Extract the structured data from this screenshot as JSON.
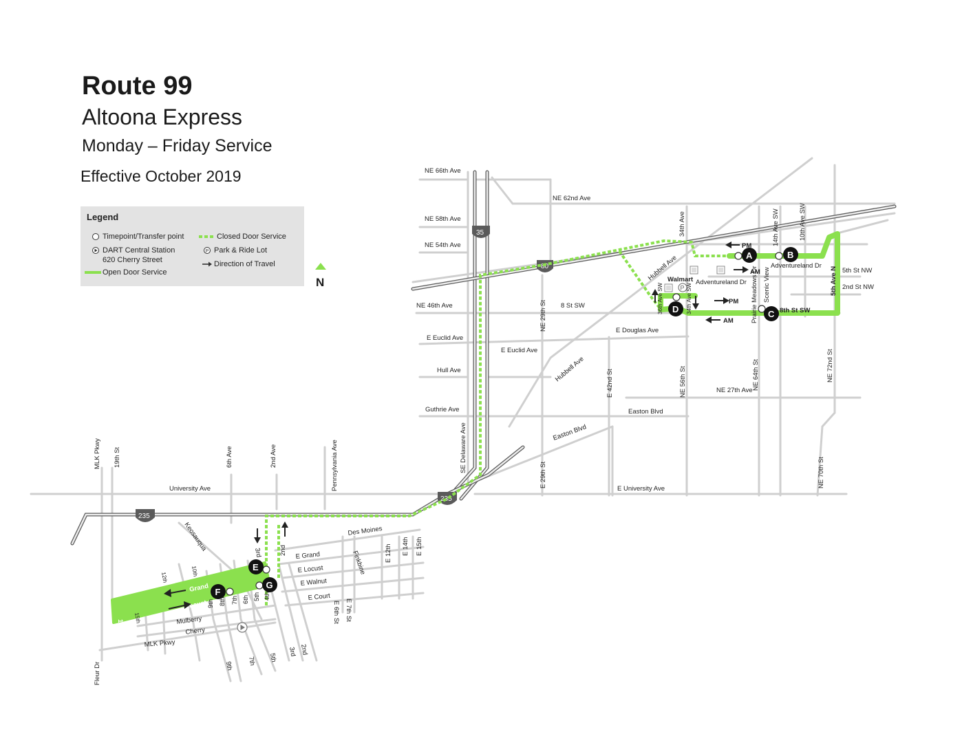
{
  "header": {
    "title": "Route 99",
    "subtitle": "Altoona Express",
    "service": "Monday – Friday Service",
    "effective": "Effective October 2019"
  },
  "legend": {
    "heading": "Legend",
    "items": [
      {
        "icon": "timepoint-circle-icon",
        "text": "Timepoint/Transfer point"
      },
      {
        "icon": "dart-station-icon",
        "text": "DART Central Station",
        "text2": "620 Cherry Street"
      },
      {
        "icon": "open-door-line-icon",
        "text": "Open Door Service"
      },
      {
        "icon": "closed-door-dash-icon",
        "text": "Closed Door Service"
      },
      {
        "icon": "park-ride-icon",
        "text": "Park & Ride Lot"
      },
      {
        "icon": "arrow-right-icon",
        "text": "Direction of Travel"
      }
    ]
  },
  "north": {
    "label": "N"
  },
  "colors": {
    "route": "#8be04e",
    "road": "#cfcfcf",
    "interstate": "#5a5a5a",
    "legend_bg": "#e3e3e3"
  },
  "shields": [
    "35",
    "80",
    "235",
    "235"
  ],
  "timepoints": [
    "A",
    "B",
    "C",
    "D",
    "E",
    "F",
    "G"
  ],
  "direction_labels": [
    "PM",
    "AM",
    "PM",
    "AM"
  ],
  "streets": {
    "ne66": "NE 66th Ave",
    "ne62": "NE 62nd Ave",
    "ne58": "NE 58th Ave",
    "ne54": "NE 54th Ave",
    "ne46": "NE 46th Ave",
    "euclid1": "E Euclid Ave",
    "euclid2": "E Euclid Ave",
    "hull": "Hull Ave",
    "guthrie": "Guthrie Ave",
    "univ1": "University Ave",
    "univ2": "E University Ave",
    "delaware": "SE Delaware Ave",
    "ne29": "NE 29th St",
    "e29": "E 29th St",
    "eightst": "8 St SW",
    "hubbell1": "Hubbell Ave",
    "hubbell2": "Hubbell Ave",
    "douglas": "E Douglas Ave",
    "e42": "E 42nd St",
    "ne56": "NE 56th St",
    "ne27": "NE 27th Ave",
    "easton1": "Easton Blvd",
    "easton2": "Easton Blvd",
    "ave34": "34th Ave",
    "walmart": "Walmart",
    "adv1": "Adventureland Dr",
    "adv2": "Adventureland Dr",
    "ave14": "14th Ave SW",
    "ave10": "10th Ave SW",
    "st5nw": "5th St NW",
    "st2nw": "2nd St NW",
    "ave5n": "5th Ave N",
    "st8sw": "8th St SW",
    "prairie": "Prairie Meadows Dr",
    "scenic": "Scenic View",
    "ne64": "NE 64th St",
    "ne72": "NE 72nd St",
    "ne70": "NE 70th St",
    "ave36": "36th Ave SW",
    "ave34sw": "34th Ave SW",
    "mlk1": "MLK Pkwy",
    "st19": "19th St",
    "ave6": "6th Ave",
    "ave2": "2nd Ave",
    "penn": "Pennsylvania Ave",
    "keo": "Keosauqua",
    "desmoines": "Des Moines",
    "egrand": "E Grand",
    "elocust": "E Locust",
    "ewalnut": "E Walnut",
    "ecourt": "E Court",
    "finkbine": "Finkbine",
    "e12": "E 12th",
    "e14": "E 14th",
    "e15": "E 15th",
    "e6": "E 6th St",
    "e7": "E 7th St",
    "grand": "Grand",
    "locust": "Locust",
    "mulberry": "Mulberry",
    "cherry": "Cherry",
    "mlk2": "MLK Pkwy",
    "fleur": "Fleur Dr",
    "st3": "3rd",
    "st2": "2nd",
    "st12": "12th",
    "st10": "10th",
    "st15": "15th",
    "st9": "9th",
    "st8": "8th",
    "st7": "7th",
    "st6": "6th",
    "st5": "5th",
    "st4": "4th",
    "st9b": "9th",
    "st7b": "7th",
    "st5b": "5th",
    "st3b": "3rd",
    "st2b": "2nd",
    "st17": "17th"
  }
}
